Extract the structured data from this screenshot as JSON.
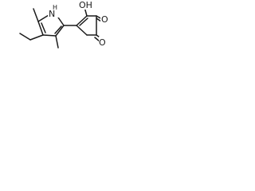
{
  "molecule": {
    "atoms": {
      "pyrrole_nh": {
        "element": "N",
        "hydrogen": "H"
      },
      "hydroxyl": {
        "element": "O",
        "hydrogen": "H",
        "label": "OH"
      },
      "carbonyl_top": {
        "element": "O"
      },
      "carbonyl_bottom": {
        "element": "O"
      }
    },
    "colors": {
      "bond": "#1a1a1a",
      "background": "#ffffff"
    }
  }
}
